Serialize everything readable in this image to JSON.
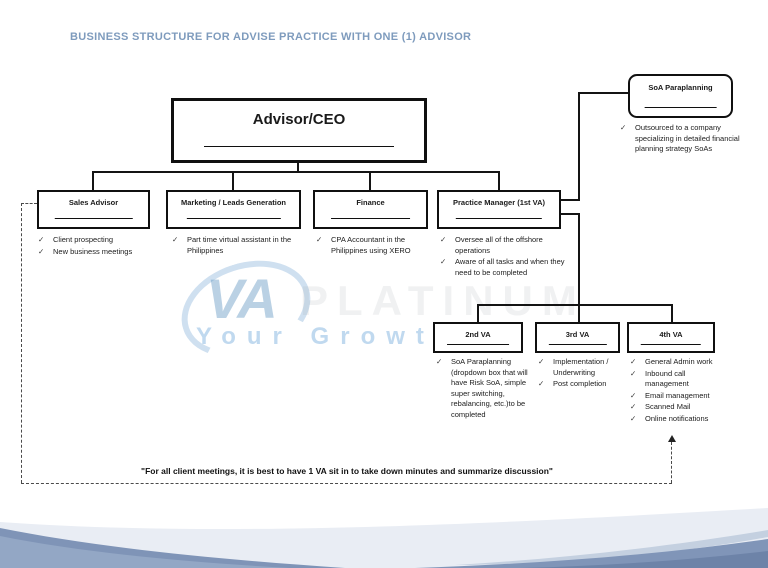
{
  "title": "BUSINESS STRUCTURE FOR ADVISE PRACTICE WITH ONE (1) ADVISOR",
  "accent_color": "#7e9bbd",
  "icons": {
    "check": "✓"
  },
  "watermark": {
    "logo_text": "VA",
    "brand": "PLATINUM",
    "tagline": "Your Growth"
  },
  "nodes": {
    "ceo": {
      "label": "Advisor/CEO"
    },
    "sales": {
      "label": "Sales Advisor",
      "bullets": [
        "Client prospecting",
        "New business meetings"
      ]
    },
    "marketing": {
      "label": "Marketing / Leads Generation",
      "bullets": [
        "Part time virtual assistant in the Philippines"
      ]
    },
    "finance": {
      "label": "Finance",
      "bullets": [
        "CPA Accountant in the Philippines using XERO"
      ]
    },
    "practice_manager": {
      "label": "Practice Manager (1st VA)",
      "bullets": [
        "Oversee all of the offshore operations",
        "Aware of all tasks and when they need to be completed"
      ]
    },
    "soa_paraplanning": {
      "label": "SoA Paraplanning",
      "bullets": [
        "Outsourced to a company specializing in detailed financial planning strategy SoAs"
      ]
    },
    "va2": {
      "label": "2nd VA",
      "bullets": [
        "SoA Paraplanning (dropdown box that will have Risk SoA, simple super switching, rebalancing, etc.)to be completed"
      ]
    },
    "va3": {
      "label": "3rd VA",
      "bullets": [
        "Implementation / Underwriting",
        "Post completion"
      ]
    },
    "va4": {
      "label": "4th VA",
      "bullets": [
        "General Admin work",
        "Inbound call management",
        "Email management",
        "Scanned Mail",
        "Online notifications"
      ]
    }
  },
  "footnote": "\"For all client meetings, it is best to have 1 VA sit in to take down minutes and summarize discussion\""
}
